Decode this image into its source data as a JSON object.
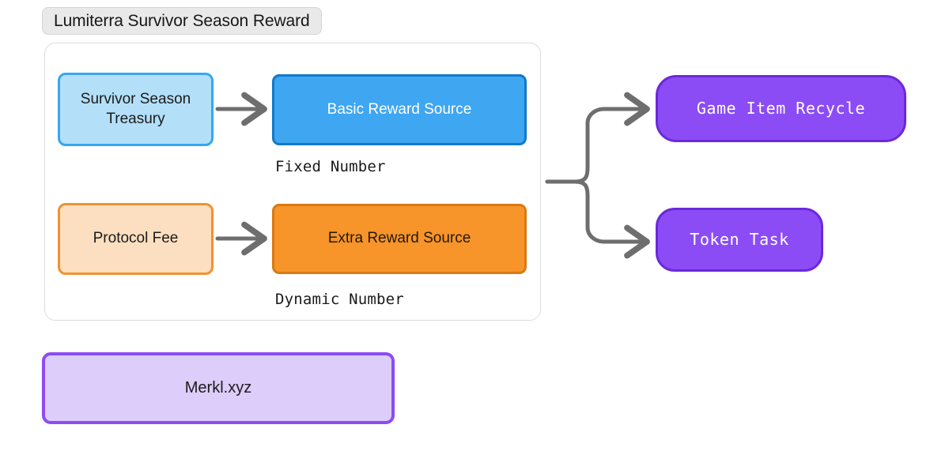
{
  "diagram": {
    "title": "Lumiterra Survivor Season Reward",
    "group": {
      "name": "reward-sources-group"
    },
    "nodes": {
      "treasury": {
        "label": "Survivor Season\nTreasury",
        "fill": "#b3dff8",
        "border": "#36a7f0",
        "text": "#1b1b1b"
      },
      "basic_reward": {
        "label": "Basic Reward Source",
        "fill": "#3fa6f2",
        "border": "#1179c9",
        "text": "#ffffff"
      },
      "protocol_fee": {
        "label": "Protocol Fee",
        "fill": "#fcdfc0",
        "border": "#f2912f",
        "text": "#1b1b1b"
      },
      "extra_reward": {
        "label": "Extra Reward Source",
        "fill": "#f7942a",
        "border": "#d97a12",
        "text": "#231a0d"
      },
      "game_item_recycle": {
        "label": "Game Item Recycle",
        "fill": "#8b4cf5",
        "border": "#6c28d9",
        "text": "#ffffff"
      },
      "token_task": {
        "label": "Token Task",
        "fill": "#8b4cf5",
        "border": "#6c28d9",
        "text": "#ffffff"
      },
      "merkl": {
        "label": "Merkl.xyz",
        "fill": "#ddcdfa",
        "border": "#8b4cf5",
        "text": "#1b1b1b"
      }
    },
    "captions": {
      "fixed_number": "Fixed Number",
      "dynamic_number": "Dynamic Number"
    },
    "connectors": {
      "color": "#6e6e6e",
      "edges": [
        {
          "from": "treasury",
          "to": "basic_reward"
        },
        {
          "from": "protocol_fee",
          "to": "extra_reward"
        },
        {
          "from": "reward-sources-group",
          "to": "game_item_recycle"
        },
        {
          "from": "reward-sources-group",
          "to": "token_task"
        }
      ]
    },
    "canvas_background": "#ffffff"
  }
}
